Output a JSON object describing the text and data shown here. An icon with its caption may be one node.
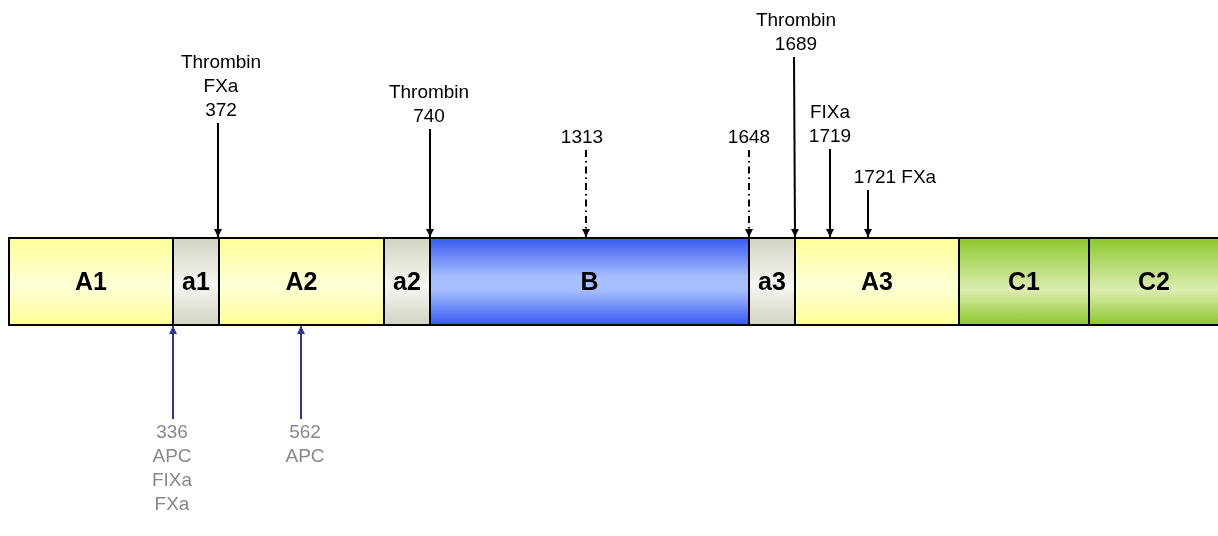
{
  "diagram": {
    "nodes": [
      {
        "text": [
          "A1"
        ]
      },
      {
        "text": [
          "a1"
        ]
      },
      {
        "text": [
          "A2"
        ]
      },
      {
        "text": [
          "a2"
        ]
      },
      {
        "text": [
          "B"
        ]
      },
      {
        "text": [
          "a3"
        ]
      },
      {
        "text": [
          "A3"
        ]
      },
      {
        "text": [
          "C1"
        ]
      },
      {
        "text": [
          "C2"
        ]
      },
      {
        "text": [
          "Thrombin FXa 372"
        ]
      },
      {
        "text": [
          "Thrombin 740"
        ]
      },
      {
        "text": [
          "1313"
        ]
      },
      {
        "text": [
          "1648"
        ]
      },
      {
        "text": [
          "Thrombin 1689"
        ]
      },
      {
        "text": [
          "FIXa 1719"
        ]
      },
      {
        "text": [
          "1721 FXa"
        ]
      },
      {
        "text": [
          "336 APC FIXa FXa"
        ]
      },
      {
        "text": [
          "562 APC"
        ]
      }
    ],
    "edges": [
      {
        "from": 9,
        "to": 1,
        "arrow": "to"
      },
      {
        "from": 10,
        "to": 3,
        "arrow": "to"
      },
      {
        "from": 11,
        "to": 4,
        "arrow": "to",
        "style": "dashed"
      },
      {
        "from": 12,
        "to": 5,
        "arrow": "to",
        "style": "dashed"
      },
      {
        "from": 13,
        "to": 5,
        "arrow": "to"
      },
      {
        "from": 14,
        "to": 6,
        "arrow": "to"
      },
      {
        "from": 15,
        "to": 6,
        "arrow": "to"
      },
      {
        "from": 16,
        "to": 1,
        "arrow": "to",
        "color": "#33339a"
      },
      {
        "from": 17,
        "to": 2,
        "arrow": "to",
        "color": "#33339a"
      }
    ]
  }
}
